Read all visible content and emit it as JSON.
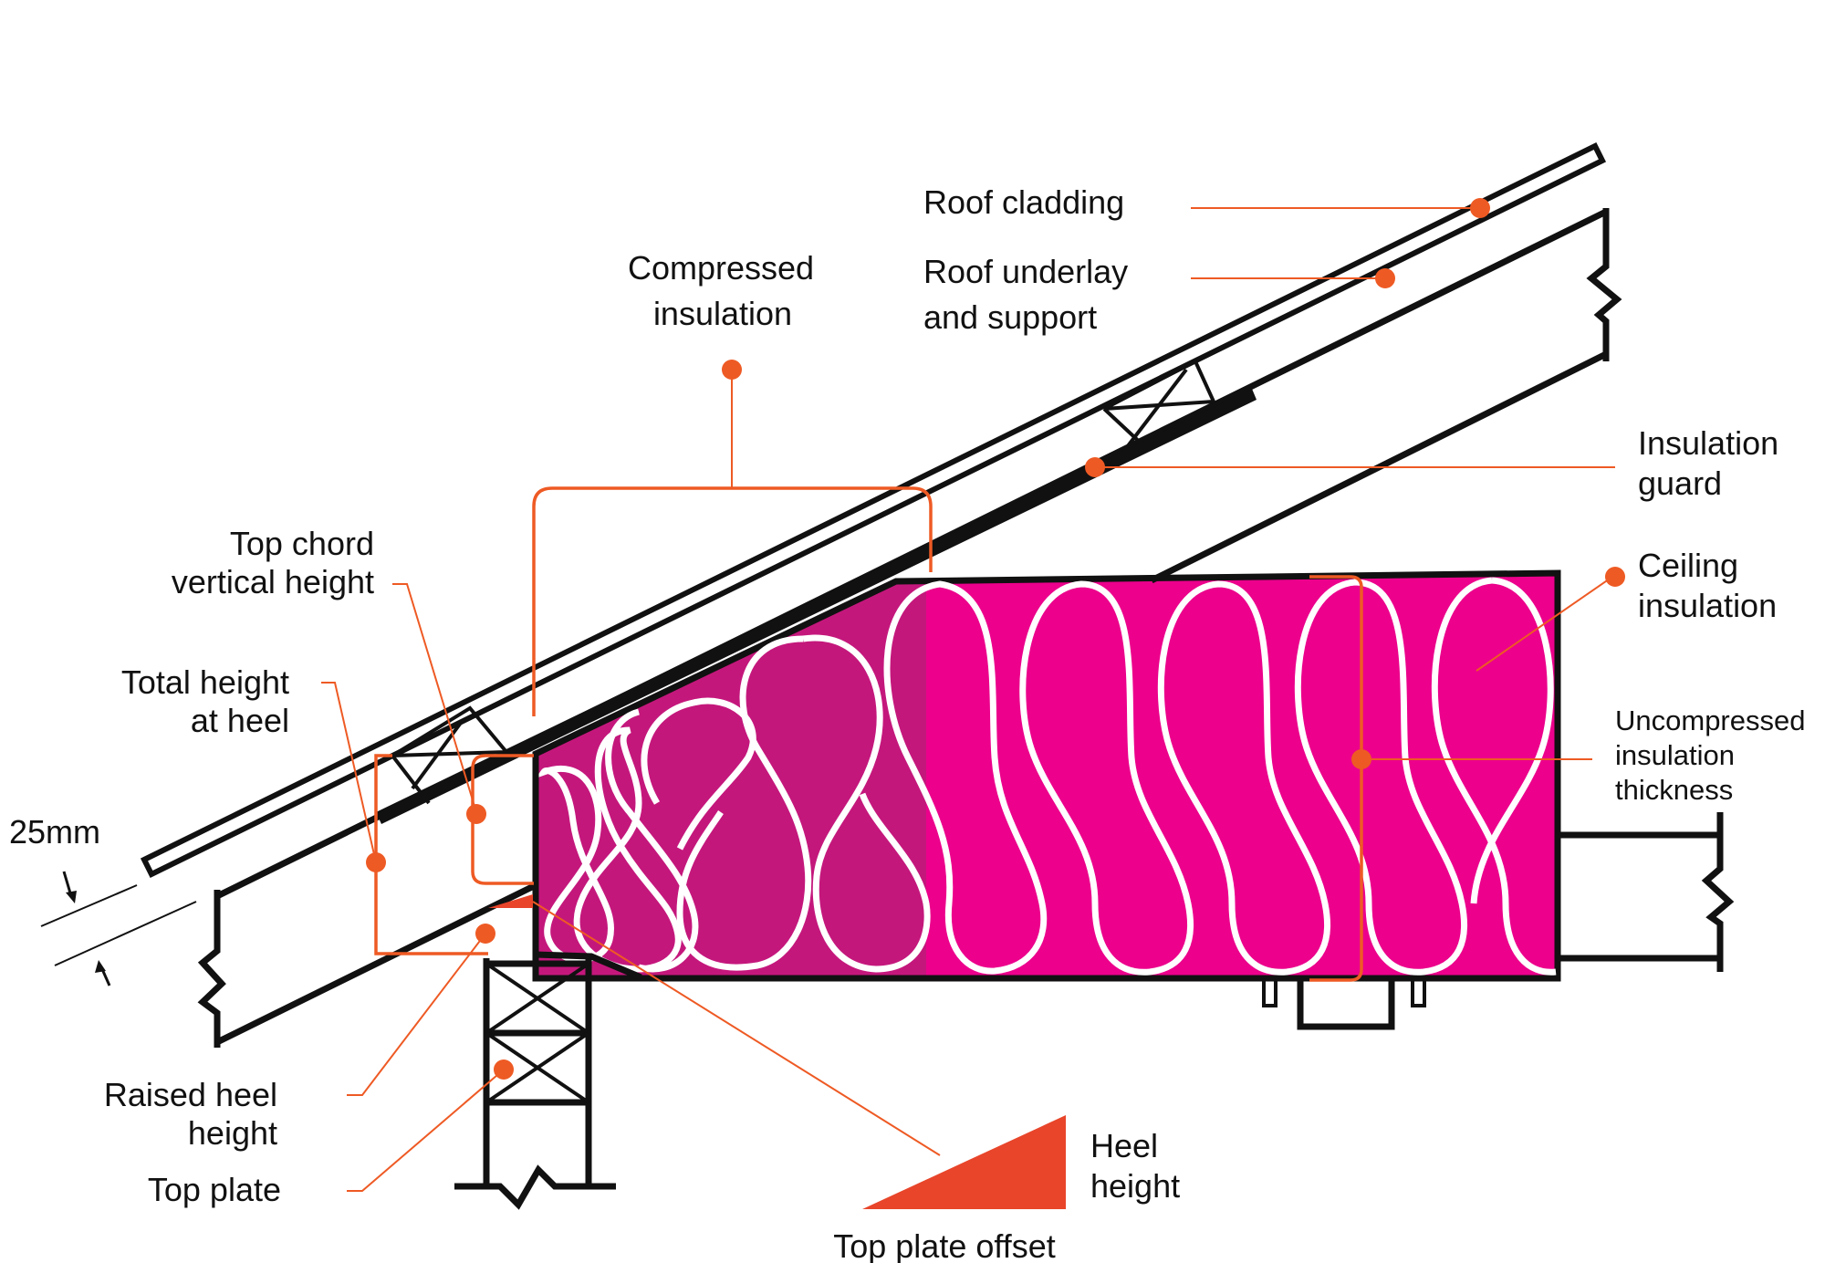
{
  "labels": {
    "roof_cladding": "Roof cladding",
    "roof_underlay_1": "Roof underlay",
    "roof_underlay_2": "and support",
    "compressed_1": "Compressed",
    "compressed_2": "insulation",
    "insulation_guard_1": "Insulation",
    "insulation_guard_2": "guard",
    "ceiling_insulation_1": "Ceiling",
    "ceiling_insulation_2": "insulation",
    "uncompressed_1": "Uncompressed",
    "uncompressed_2": "insulation",
    "uncompressed_3": "thickness",
    "top_chord_1": "Top chord",
    "top_chord_2": "vertical height",
    "total_height_1": "Total height",
    "total_height_2": "at heel",
    "gap": "25mm",
    "raised_heel_1": "Raised heel",
    "raised_heel_2": "height",
    "top_plate": "Top plate",
    "heel_height_1": "Heel",
    "heel_height_2": "height",
    "top_plate_offset": "Top plate offset"
  },
  "colors": {
    "accent": "#ee5a24",
    "insulation": "#ec008c",
    "insulation_compressed": "#c4177c",
    "structure": "#111111"
  }
}
